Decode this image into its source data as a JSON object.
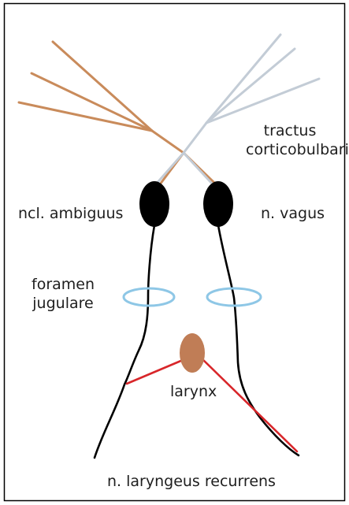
{
  "labels": {
    "tractus_line1": "tractus",
    "tractus_line2": "corticobulbaris",
    "ncl_ambiguus": "ncl. ambiguus",
    "n_vagus": "n. vagus",
    "foramen_line1": "foramen",
    "foramen_line2": "jugulare",
    "larynx": "larynx",
    "n_laryngeus_recurrens": "n. laryngeus recurrens"
  },
  "colors": {
    "left_tract": "#c98b5b",
    "right_tract": "#c3ccd6",
    "nucleus": "#000000",
    "nerve": "#000000",
    "foramen": "#8ec7e6",
    "larynx": "#c07d56",
    "recurrent_nerve": "#d8262a",
    "frame": "#000000"
  }
}
